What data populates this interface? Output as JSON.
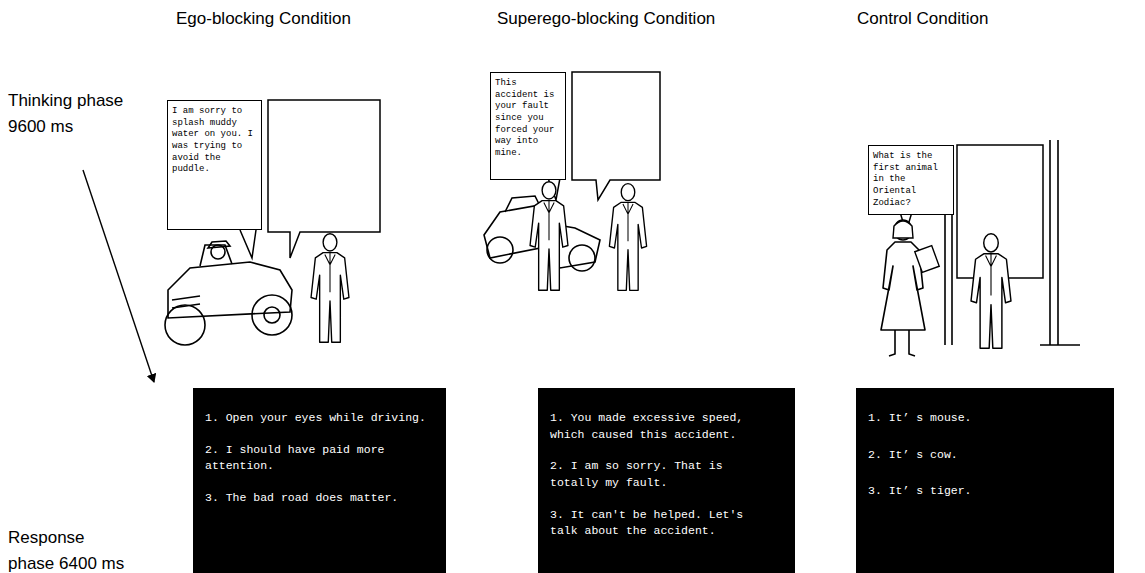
{
  "diagram": {
    "nodes": [
      {
        "text": [
          "I am sorry to splash muddy water on you. I was trying to avoid the puddle."
        ]
      },
      {
        "text": [
          "This accident is your fault since you forced your way into mine."
        ]
      },
      {
        "text": [
          "What is the first animal in the Oriental Zodiac?"
        ]
      },
      {
        "text": [
          "1. Open your eyes while driving.",
          "2. I should have paid more attention.",
          "3. The bad road does matter."
        ]
      },
      {
        "text": [
          "1. You made excessive speed, which caused this accident.",
          "2. I am so sorry. That is totally my fault.",
          "3. It can't be helped. Let's talk about the accident."
        ]
      },
      {
        "text": [
          "1. It’ s mouse.",
          "2. It’ s cow.",
          "3. It’ s tiger."
        ]
      }
    ],
    "labels": [
      "Ego-blocking Condition",
      "Superego-blocking Condition",
      "Control Condition",
      "Thinking phase 9600 ms",
      "Response phase 6400 ms"
    ]
  }
}
